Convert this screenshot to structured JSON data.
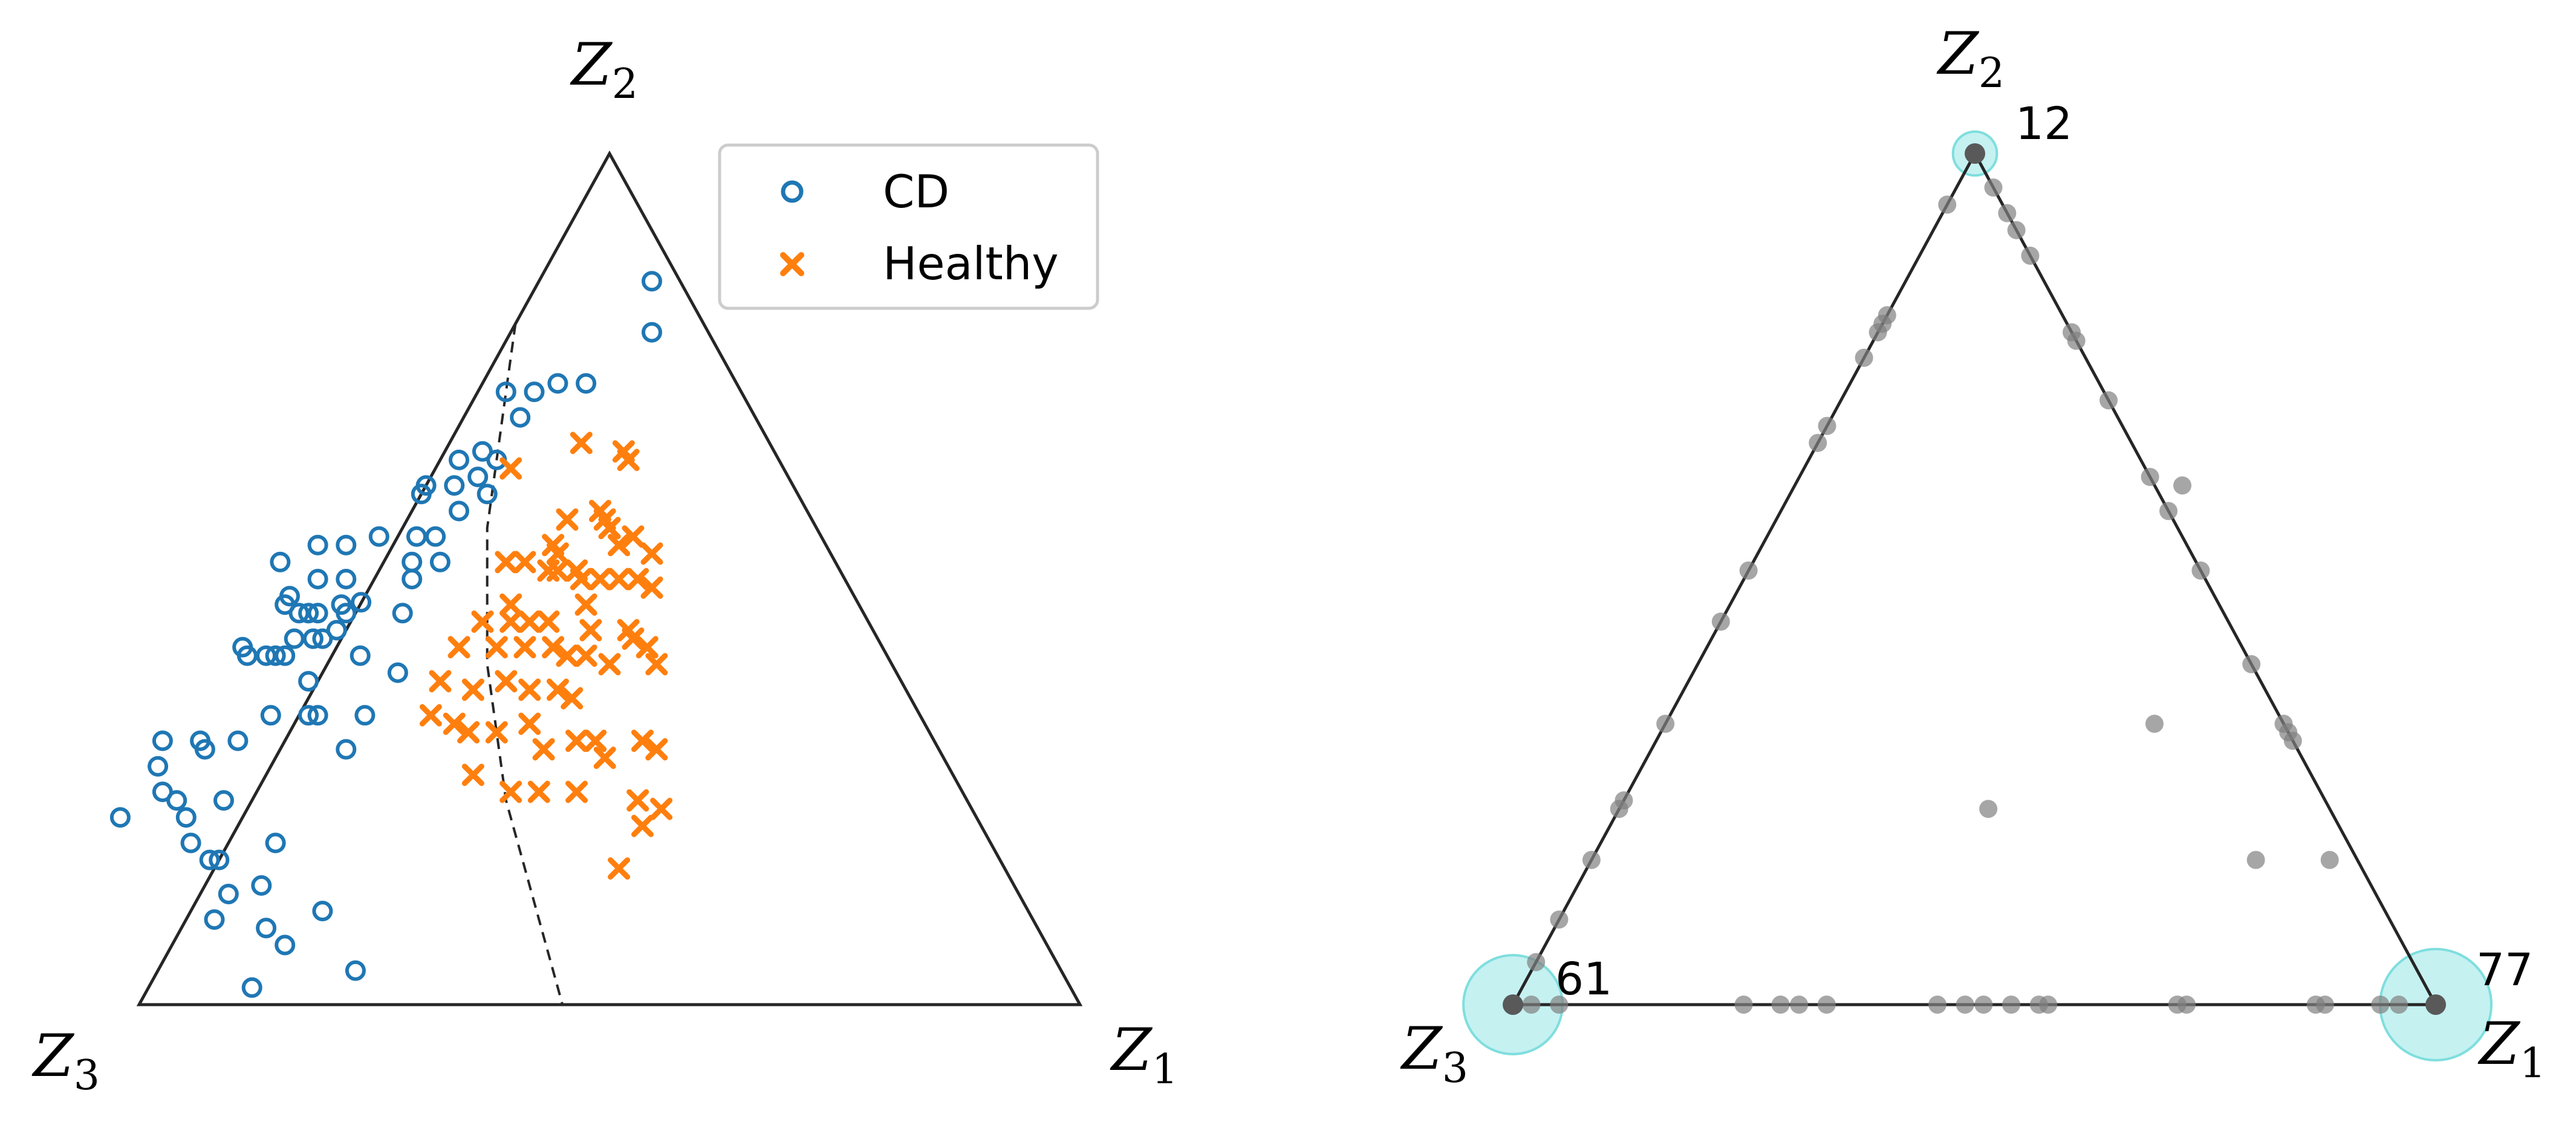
{
  "chart_data": [
    {
      "type": "scatter",
      "coordinate_system": "ternary (barycentric: z1, z2, z3)",
      "vertex_labels": {
        "z1": {
          "main": "Z",
          "sub": "1"
        },
        "z2": {
          "main": "Z",
          "sub": "2"
        },
        "z3": {
          "main": "Z",
          "sub": "3"
        }
      },
      "legend": {
        "placement": "top-right",
        "entries": [
          "CD",
          "Healthy"
        ]
      },
      "grid": false,
      "boundary": {
        "style": "dashed",
        "points": [
          [
            0.0,
            0.8
          ],
          [
            0.03,
            0.72
          ],
          [
            0.06,
            0.64
          ],
          [
            0.09,
            0.56
          ],
          [
            0.13,
            0.48
          ],
          [
            0.17,
            0.4
          ],
          [
            0.22,
            0.32
          ],
          [
            0.27,
            0.24
          ],
          [
            0.33,
            0.16
          ],
          [
            0.39,
            0.08
          ],
          [
            0.45,
            0.0
          ]
        ]
      },
      "series": [
        {
          "name": "CD",
          "color": "#1f77b4",
          "marker": "open-circle",
          "points": [
            [
              0.12,
              0.85,
              0.03
            ],
            [
              0.15,
              0.79,
              0.06
            ],
            [
              0.08,
              0.73,
              0.19
            ],
            [
              0.03,
              0.72,
              0.25
            ],
            [
              0.06,
              0.72,
              0.22
            ],
            [
              0.11,
              0.73,
              0.16
            ],
            [
              0.06,
              0.69,
              0.25
            ],
            [
              0.04,
              0.65,
              0.31
            ],
            [
              0.02,
              0.64,
              0.34
            ],
            [
              0.06,
              0.64,
              0.3
            ],
            [
              0.05,
              0.62,
              0.33
            ],
            [
              0.03,
              0.61,
              0.36
            ],
            [
              0.07,
              0.6,
              0.33
            ],
            [
              0.0,
              0.61,
              0.39
            ],
            [
              0.05,
              0.58,
              0.37
            ],
            [
              0.06,
              0.52,
              0.42
            ],
            [
              -0.02,
              0.55,
              0.47
            ],
            [
              0.02,
              0.55,
              0.43
            ],
            [
              -0.05,
              0.54,
              0.51
            ],
            [
              -0.03,
              0.52,
              0.55
            ],
            [
              -0.03,
              0.5,
              0.53
            ],
            [
              -0.11,
              0.52,
              0.59
            ],
            [
              -0.08,
              0.54,
              0.54
            ],
            [
              -0.06,
              0.5,
              0.56
            ],
            [
              -0.08,
              0.48,
              0.6
            ],
            [
              -0.08,
              0.47,
              0.61
            ],
            [
              -0.06,
              0.46,
              0.6
            ],
            [
              -0.05,
              0.46,
              0.59
            ],
            [
              -0.04,
              0.46,
              0.58
            ],
            [
              -0.02,
              0.47,
              0.55
            ],
            [
              -0.02,
              0.43,
              0.59
            ],
            [
              -0.06,
              0.41,
              0.65
            ],
            [
              -0.07,
              0.41,
              0.66
            ],
            [
              -0.1,
              0.42,
              0.68
            ],
            [
              -0.09,
              0.41,
              0.68
            ],
            [
              -0.05,
              0.41,
              0.64
            ],
            [
              -0.05,
              0.43,
              0.62
            ],
            [
              -0.03,
              0.43,
              0.6
            ],
            [
              -0.01,
              0.44,
              0.57
            ],
            [
              0.03,
              0.41,
              0.56
            ],
            [
              0.05,
              0.46,
              0.49
            ],
            [
              0.04,
              0.5,
              0.46
            ],
            [
              -0.13,
              0.31,
              0.82
            ],
            [
              -0.09,
              0.31,
              0.78
            ],
            [
              -0.12,
              0.28,
              0.84
            ],
            [
              -0.05,
              0.31,
              0.74
            ],
            [
              -0.03,
              0.34,
              0.69
            ],
            [
              0.01,
              0.34,
              0.65
            ],
            [
              -0.13,
              0.22,
              0.91
            ],
            [
              -0.1,
              0.25,
              0.85
            ],
            [
              -0.08,
              0.24,
              0.84
            ],
            [
              -0.06,
              0.22,
              0.84
            ],
            [
              -0.03,
              0.24,
              0.79
            ],
            [
              0.02,
              0.34,
              0.64
            ],
            [
              0.07,
              0.34,
              0.59
            ],
            [
              0.07,
              0.3,
              0.63
            ],
            [
              -0.04,
              0.19,
              0.85
            ],
            [
              -0.01,
              0.17,
              0.84
            ],
            [
              0.03,
              0.13,
              0.84
            ],
            [
              0.06,
              0.14,
              0.8
            ],
            [
              0.21,
              0.04,
              0.75
            ],
            [
              0.12,
              0.07,
              0.81
            ],
            [
              0.11,
              0.02,
              0.87
            ],
            [
              0.03,
              0.1,
              0.87
            ],
            [
              0.14,
              0.11,
              0.75
            ],
            [
              0.0,
              0.17,
              0.83
            ],
            [
              0.04,
              0.55,
              0.41
            ],
            [
              0.0,
              0.6,
              0.4
            ],
            [
              0.03,
              0.52,
              0.45
            ],
            [
              -0.01,
              0.46,
              0.55
            ],
            [
              -0.01,
              0.38,
              0.63
            ],
            [
              0.08,
              0.39,
              0.53
            ],
            [
              -0.08,
              0.3,
              0.78
            ],
            [
              0.05,
              0.19,
              0.76
            ],
            [
              0.09,
              0.09,
              0.82
            ]
          ]
        },
        {
          "name": "Healthy",
          "color": "#ff7f0e",
          "marker": "x",
          "points": [
            [
              0.14,
              0.66,
              0.2
            ],
            [
              0.19,
              0.65,
              0.16
            ],
            [
              0.2,
              0.64,
              0.16
            ],
            [
              0.08,
              0.63,
              0.29
            ],
            [
              0.17,
              0.57,
              0.26
            ],
            [
              0.2,
              0.58,
              0.22
            ],
            [
              0.21,
              0.57,
              0.22
            ],
            [
              0.22,
              0.56,
              0.22
            ],
            [
              0.17,
              0.54,
              0.29
            ],
            [
              0.18,
              0.53,
              0.29
            ],
            [
              0.13,
              0.52,
              0.35
            ],
            [
              0.15,
              0.52,
              0.33
            ],
            [
              0.25,
              0.55,
              0.2
            ],
            [
              0.28,
              0.53,
              0.19
            ],
            [
              0.19,
              0.51,
              0.3
            ],
            [
              0.21,
              0.51,
              0.28
            ],
            [
              0.22,
              0.5,
              0.28
            ],
            [
              0.24,
              0.5,
              0.26
            ],
            [
              0.26,
              0.5,
              0.24
            ],
            [
              0.28,
              0.5,
              0.22
            ],
            [
              0.3,
              0.49,
              0.21
            ],
            [
              0.24,
              0.47,
              0.29
            ],
            [
              0.14,
              0.45,
              0.41
            ],
            [
              0.17,
              0.45,
              0.38
            ],
            [
              0.19,
              0.45,
              0.36
            ],
            [
              0.21,
              0.45,
              0.34
            ],
            [
              0.26,
              0.44,
              0.3
            ],
            [
              0.3,
              0.44,
              0.26
            ],
            [
              0.31,
              0.43,
              0.26
            ],
            [
              0.33,
              0.42,
              0.25
            ],
            [
              0.13,
              0.42,
              0.45
            ],
            [
              0.17,
              0.42,
              0.41
            ],
            [
              0.2,
              0.42,
              0.38
            ],
            [
              0.23,
              0.42,
              0.35
            ],
            [
              0.25,
              0.41,
              0.34
            ],
            [
              0.27,
              0.41,
              0.32
            ],
            [
              0.3,
              0.4,
              0.3
            ],
            [
              0.35,
              0.4,
              0.25
            ],
            [
              0.13,
              0.38,
              0.49
            ],
            [
              0.17,
              0.37,
              0.46
            ],
            [
              0.2,
              0.38,
              0.42
            ],
            [
              0.23,
              0.37,
              0.4
            ],
            [
              0.26,
              0.37,
              0.37
            ],
            [
              0.28,
              0.36,
              0.36
            ],
            [
              0.14,
              0.34,
              0.52
            ],
            [
              0.17,
              0.33,
              0.5
            ],
            [
              0.19,
              0.32,
              0.49
            ],
            [
              0.22,
              0.32,
              0.46
            ],
            [
              0.25,
              0.33,
              0.42
            ],
            [
              0.28,
              0.3,
              0.42
            ],
            [
              0.31,
              0.31,
              0.38
            ],
            [
              0.33,
              0.31,
              0.36
            ],
            [
              0.35,
              0.29,
              0.36
            ],
            [
              0.38,
              0.31,
              0.31
            ],
            [
              0.4,
              0.3,
              0.3
            ],
            [
              0.22,
              0.27,
              0.51
            ],
            [
              0.27,
              0.25,
              0.48
            ],
            [
              0.3,
              0.25,
              0.45
            ],
            [
              0.34,
              0.25,
              0.41
            ],
            [
              0.41,
              0.24,
              0.35
            ],
            [
              0.43,
              0.21,
              0.36
            ],
            [
              0.44,
              0.23,
              0.33
            ],
            [
              0.43,
              0.16,
              0.41
            ],
            [
              0.18,
              0.51,
              0.31
            ],
            [
              0.16,
              0.47,
              0.37
            ],
            [
              0.24,
              0.54,
              0.22
            ]
          ]
        }
      ]
    },
    {
      "type": "scatter",
      "coordinate_system": "ternary (barycentric: z1, z2, z3)",
      "vertex_labels": {
        "z1": {
          "main": "Z",
          "sub": "1"
        },
        "z2": {
          "main": "Z",
          "sub": "2"
        },
        "z3": {
          "main": "Z",
          "sub": "3"
        }
      },
      "grid": false,
      "vertex_counts": [
        {
          "vertex": "z1",
          "count": 77,
          "label": "77"
        },
        {
          "vertex": "z2",
          "count": 12,
          "label": "12"
        },
        {
          "vertex": "z3",
          "count": 61,
          "label": "61"
        }
      ],
      "series": [
        {
          "name": "",
          "color": "#808080",
          "marker": "filled-circle",
          "points": [
            [
              0.04,
              0.96,
              0.0
            ],
            [
              0.07,
              0.93,
              0.0
            ],
            [
              0.09,
              0.91,
              0.0
            ],
            [
              0.12,
              0.88,
              0.0
            ],
            [
              0.21,
              0.79,
              0.0
            ],
            [
              0.22,
              0.78,
              0.0
            ],
            [
              0.29,
              0.71,
              0.0
            ],
            [
              0.38,
              0.62,
              0.0
            ],
            [
              0.42,
              0.58,
              0.0
            ],
            [
              0.49,
              0.51,
              0.0
            ],
            [
              0.6,
              0.4,
              0.0
            ],
            [
              0.67,
              0.33,
              0.0
            ],
            [
              0.68,
              0.32,
              0.0
            ],
            [
              0.69,
              0.31,
              0.0
            ],
            [
              0.0,
              0.94,
              0.06
            ],
            [
              0.0,
              0.81,
              0.19
            ],
            [
              0.0,
              0.8,
              0.2
            ],
            [
              0.0,
              0.79,
              0.21
            ],
            [
              0.0,
              0.76,
              0.24
            ],
            [
              0.0,
              0.68,
              0.32
            ],
            [
              0.0,
              0.66,
              0.34
            ],
            [
              0.0,
              0.51,
              0.49
            ],
            [
              0.0,
              0.45,
              0.55
            ],
            [
              0.0,
              0.33,
              0.67
            ],
            [
              0.0,
              0.24,
              0.76
            ],
            [
              0.0,
              0.23,
              0.77
            ],
            [
              0.0,
              0.17,
              0.83
            ],
            [
              0.0,
              0.1,
              0.9
            ],
            [
              0.0,
              0.05,
              0.95
            ],
            [
              0.02,
              0.0,
              0.98
            ],
            [
              0.05,
              0.0,
              0.95
            ],
            [
              0.25,
              0.0,
              0.75
            ],
            [
              0.29,
              0.0,
              0.71
            ],
            [
              0.31,
              0.0,
              0.69
            ],
            [
              0.34,
              0.0,
              0.66
            ],
            [
              0.46,
              0.0,
              0.54
            ],
            [
              0.49,
              0.0,
              0.51
            ],
            [
              0.51,
              0.0,
              0.49
            ],
            [
              0.54,
              0.0,
              0.46
            ],
            [
              0.57,
              0.0,
              0.43
            ],
            [
              0.58,
              0.0,
              0.42
            ],
            [
              0.72,
              0.0,
              0.28
            ],
            [
              0.73,
              0.0,
              0.27
            ],
            [
              0.87,
              0.0,
              0.13
            ],
            [
              0.88,
              0.0,
              0.12
            ],
            [
              0.94,
              0.0,
              0.06
            ],
            [
              0.96,
              0.0,
              0.04
            ],
            [
              0.42,
              0.61,
              -0.03
            ],
            [
              0.53,
              0.33,
              0.14
            ],
            [
              0.4,
              0.23,
              0.37
            ],
            [
              0.72,
              0.17,
              0.11
            ],
            [
              0.8,
              0.17,
              0.03
            ]
          ]
        }
      ]
    }
  ]
}
